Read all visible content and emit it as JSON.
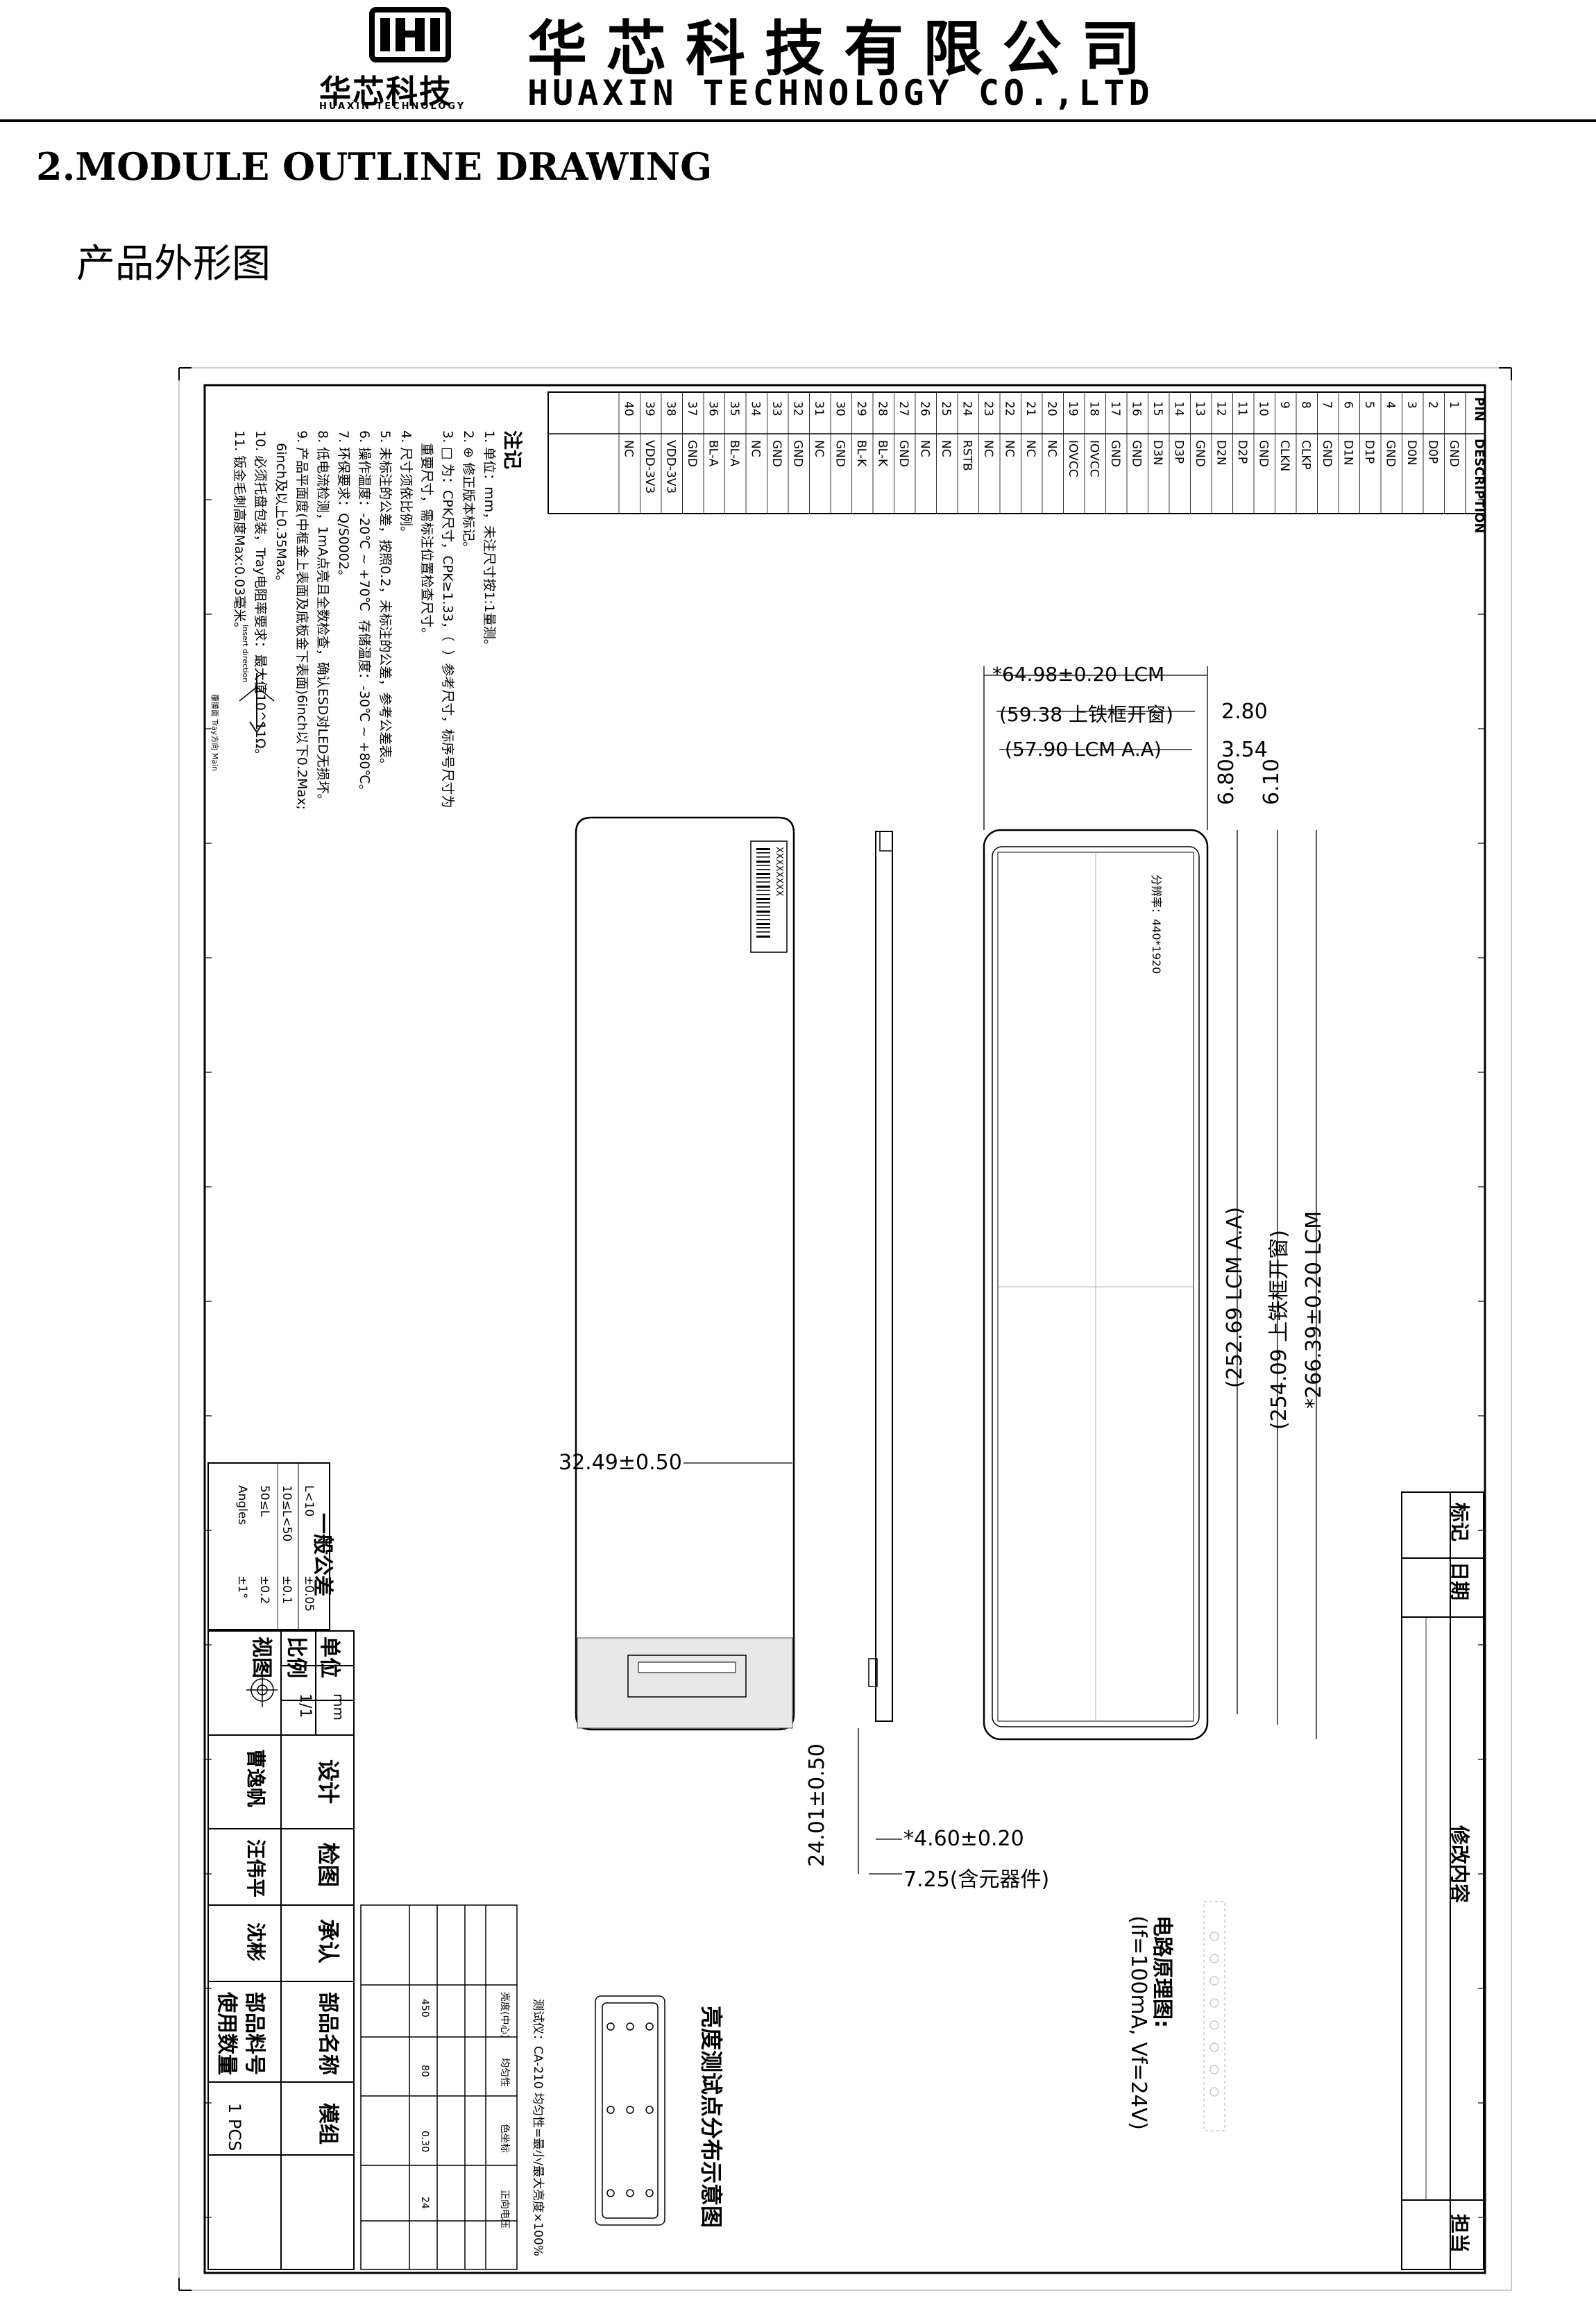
{
  "header": {
    "company_cn": "华芯科技有限公司",
    "company_en": "HUAXIN TECHNOLOGY CO.,LTD",
    "logo_text": "华芯科技",
    "logo_sub": "HUAXIN TECHNOLOGY"
  },
  "section_title": "2.MODULE OUTLINE DRAWING",
  "section_subtitle": "产品外形图",
  "pin_table": {
    "header_pin": "PIN",
    "header_desc": "DESCRIPTION",
    "rows": [
      [
        "1",
        "GND"
      ],
      [
        "2",
        "D0P"
      ],
      [
        "3",
        "D0N"
      ],
      [
        "4",
        "GND"
      ],
      [
        "5",
        "D1P"
      ],
      [
        "6",
        "D1N"
      ],
      [
        "7",
        "GND"
      ],
      [
        "8",
        "CLKP"
      ],
      [
        "9",
        "CLKN"
      ],
      [
        "10",
        "GND"
      ],
      [
        "11",
        "D2P"
      ],
      [
        "12",
        "D2N"
      ],
      [
        "13",
        "GND"
      ],
      [
        "14",
        "D3P"
      ],
      [
        "15",
        "D3N"
      ],
      [
        "16",
        "GND"
      ],
      [
        "17",
        "GND"
      ],
      [
        "18",
        "IOVCC"
      ],
      [
        "19",
        "IOVCC"
      ],
      [
        "20",
        "NC"
      ],
      [
        "21",
        "NC"
      ],
      [
        "22",
        "NC"
      ],
      [
        "23",
        "NC"
      ],
      [
        "24",
        "RSTB"
      ],
      [
        "25",
        "NC"
      ],
      [
        "26",
        "NC"
      ],
      [
        "27",
        "GND"
      ],
      [
        "28",
        "BL-K"
      ],
      [
        "29",
        "BL-K"
      ],
      [
        "30",
        "GND"
      ],
      [
        "31",
        "NC"
      ],
      [
        "32",
        "GND"
      ],
      [
        "33",
        "GND"
      ],
      [
        "34",
        "NC"
      ],
      [
        "35",
        "BL-A"
      ],
      [
        "36",
        "BL-A"
      ],
      [
        "37",
        "GND"
      ],
      [
        "38",
        "VDD-3V3"
      ],
      [
        "39",
        "VDD-3V3"
      ],
      [
        "40",
        "NC"
      ]
    ]
  },
  "notes": {
    "title": "注记",
    "lines": [
      "1. 单位：mm，未注尺寸按1:1量测。",
      "2. ⊕ 修正版本标记。",
      "3. □ 为：CPK尺寸，CPK≥1.33，（  ）参考尺寸，标序号尺寸为",
      "   重要尺寸，需标注位置检查尺寸。",
      "4. 尺寸须依比例。",
      "5. 未标注的公差，按照0.2，未标注的公差，参考公差表。",
      "6. 操作温度：-20℃ ~ +70℃  存储温度：-30℃ ~ +80℃。",
      "7. 环保要求：Q/S0002。",
      "8. 低电流检测，1mA点亮且全数检查，确认ESD对LED无损坏。",
      "9. 产品平面度(中框金上表面及底板金下表面)6inch以下0.2Max;",
      "   6inch及以上0.35Max。",
      "10. 必须托盘包装，Tray电阻率要求：最大值10^11Ω。",
      "11. 钣金毛刺高度Max:0.03毫米。"
    ],
    "insert_direction": "Insert direction",
    "tray_note": "覆膜面 Tray方向 Main"
  },
  "dimensions": {
    "lcm_width": "*64.98±0.20 LCM",
    "bezel_open_w": "(59.38 上铁框开窗)",
    "aa_width": "(57.90 LCM A.A)",
    "offset_280": "2.80",
    "offset_354": "3.54",
    "offset_680": "6.80",
    "offset_610": "6.10",
    "aa_height": "(252.69 LCM A.A)",
    "bezel_open_h": "(254.09 上铁框开窗)",
    "lcm_height": "*266.39±0.20 LCM",
    "fpc_width": "32.49±0.50",
    "fpc_length": "24.01±0.50",
    "thickness": "*4.60±0.20",
    "thickness_comp": "7.25(含元器件)",
    "resolution": "分辨率：440*1920",
    "label_code": "XXXXXXXX"
  },
  "tolerance": {
    "title": "一般公差",
    "rows": [
      [
        "L<10",
        "±0.05"
      ],
      [
        "10≤L<50",
        "±0.1"
      ],
      [
        "50≤L",
        "±0.2"
      ],
      [
        "Angles",
        "±1°"
      ]
    ]
  },
  "title_block": {
    "unit_label": "单位",
    "unit_value": "mm",
    "scale_label": "比例",
    "scale_value": "1/1",
    "view_label": "视图",
    "design_label": "设计",
    "design_name": "曹逸帆",
    "check_label": "检图",
    "check_name": "汪伟平",
    "approve_label": "承认",
    "approve_name": "沈彬",
    "part_name_label": "部品名称",
    "part_name_value": "模组",
    "part_no_label": "部品料号",
    "usage_label": "使用数量",
    "usage_value": "1 PCS"
  },
  "revision": {
    "mark": "标记",
    "date": "日期",
    "content": "修改内容",
    "owner": "担当"
  },
  "circuit": {
    "title": "电路原理图:",
    "cond": "(If=100mA, Vf=24V)"
  },
  "luminance": {
    "title": "亮度测试点分布示意图",
    "subtitle": "测试仪：CA-210  均匀性=最小/最大亮度×100%",
    "items": [
      "亮度(中心)",
      "均匀性",
      "色坐标",
      "正向电压"
    ],
    "values": [
      "450",
      "80",
      "0.30",
      "24"
    ]
  }
}
